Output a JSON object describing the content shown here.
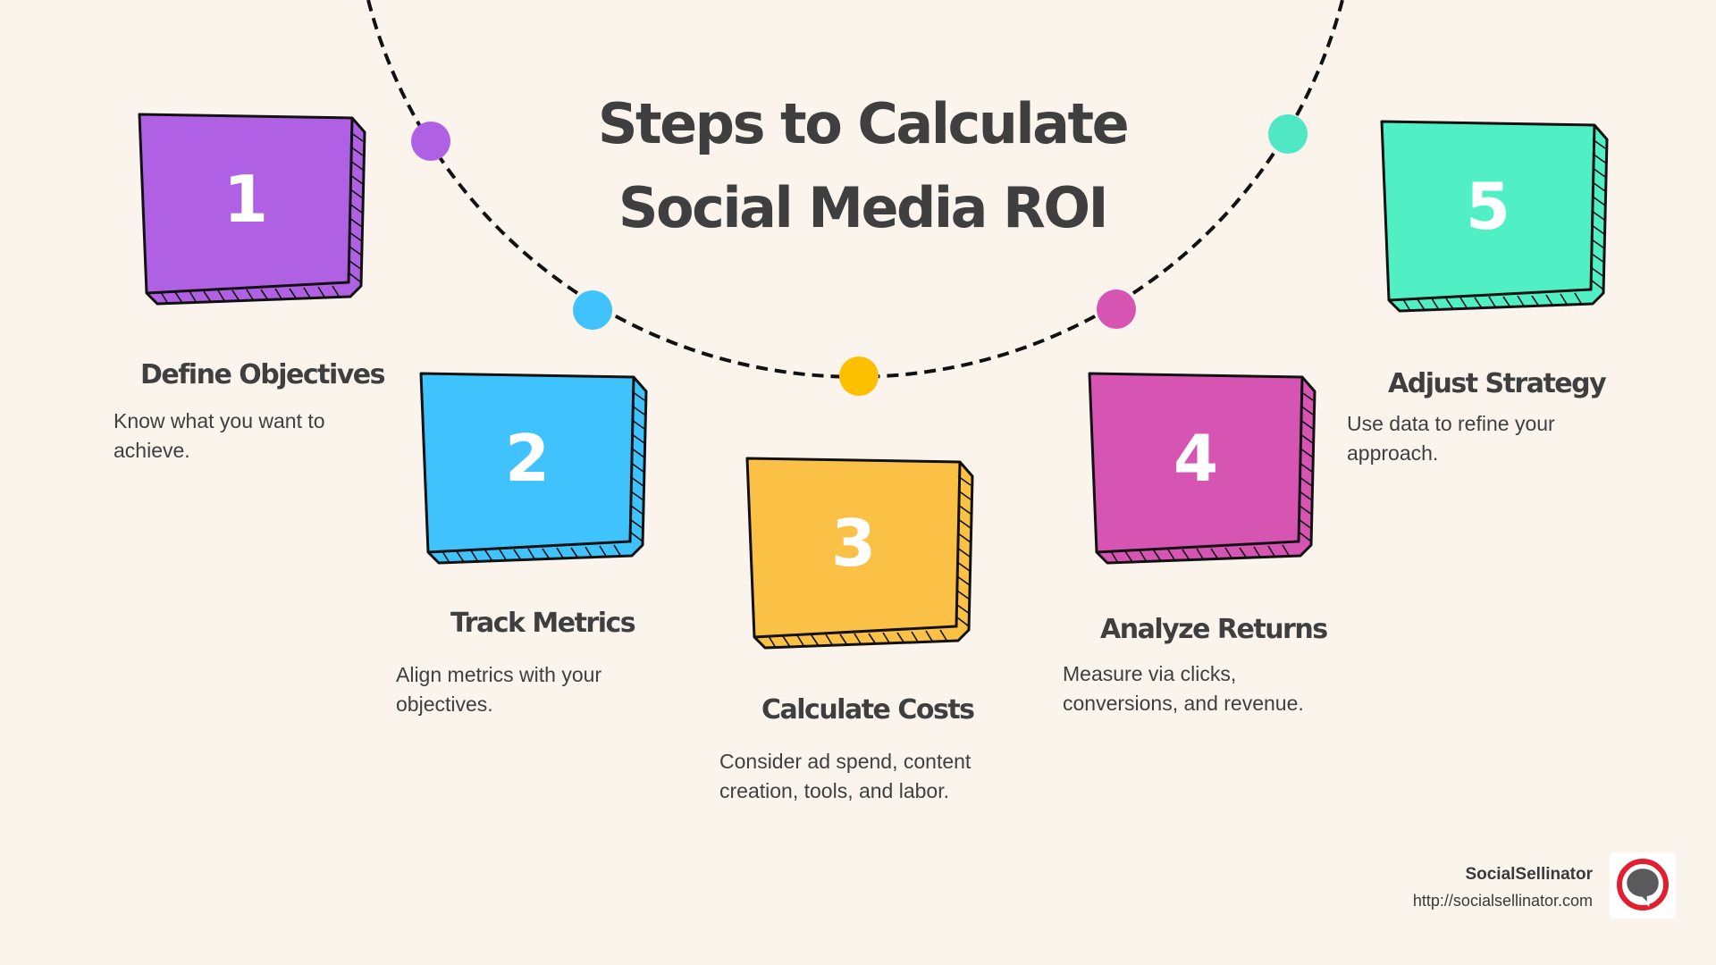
{
  "title": {
    "line1": "Steps to Calculate",
    "line2": "Social Media ROI"
  },
  "steps": [
    {
      "number": "1",
      "title": "Define Objectives",
      "description_line1": "Know what you want to",
      "description_line2": "achieve.",
      "color": "#b061e3"
    },
    {
      "number": "2",
      "title": "Track Metrics",
      "description_line1": "Align metrics with your",
      "description_line2": "objectives.",
      "color": "#40c3fc"
    },
    {
      "number": "3",
      "title": "Calculate Costs",
      "description_line1": "Consider ad spend, content",
      "description_line2": "creation, tools, and labor.",
      "color": "#fbc046"
    },
    {
      "number": "4",
      "title": "Analyze Returns",
      "description_line1": "Measure via clicks,",
      "description_line2": "conversions, and revenue.",
      "color": "#d755b2"
    },
    {
      "number": "5",
      "title": "Adjust Strategy",
      "description_line1": "Use data to refine your",
      "description_line2": "approach.",
      "color": "#50efc4"
    }
  ],
  "timeline_dots": [
    {
      "color": "#b061e3"
    },
    {
      "color": "#40c3fc"
    },
    {
      "color": "#fdc000"
    },
    {
      "color": "#d755b2"
    },
    {
      "color": "#50e8c4"
    }
  ],
  "branding": {
    "name": "SocialSellinator",
    "url": "http://socialsellinator.com",
    "logo_icon": "speech-bubble-ring-icon",
    "logo_ring_color": "#e02030",
    "logo_bubble_color": "#5a5a5c"
  },
  "background_color": "#faf4ed"
}
